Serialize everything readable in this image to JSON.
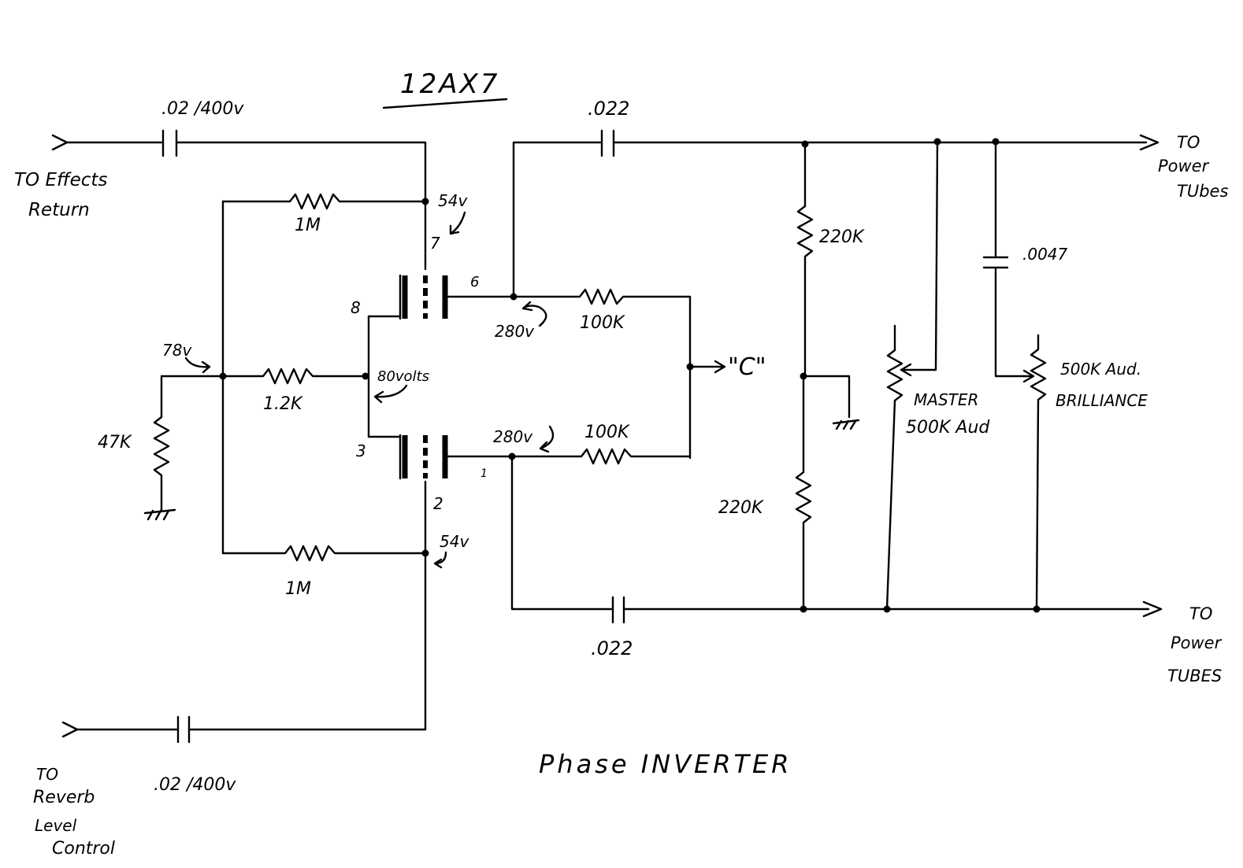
{
  "tube": "12AX7",
  "title": "Phase INVERTER",
  "inputs": {
    "effects_return": [
      "TO Effects",
      "Return"
    ],
    "reverb_level": [
      "TO",
      "Reverb",
      "Level",
      "Control"
    ]
  },
  "outputs": {
    "top": [
      "TO",
      "Power",
      "TUbes"
    ],
    "bottom": [
      "TO",
      "Power",
      "TUBES"
    ]
  },
  "components": {
    "cap_in_top": ".02 /400v",
    "cap_in_bottom": ".02 /400v",
    "cap_out_top": ".022",
    "cap_out_bottom": ".022",
    "cap_bright": ".0047",
    "r_feedback_top": "1M",
    "r_feedback_bottom": "1M",
    "r_bias": "1.2K",
    "r_tail": "47K",
    "r_plate_top": "100K",
    "r_plate_bottom": "100K",
    "r_div_top": "220K",
    "r_div_bottom": "220K",
    "pot_master": [
      "MASTER",
      "500K Aud"
    ],
    "pot_brilliance": [
      "500K Aud.",
      "BRILLIANCE"
    ]
  },
  "voltages": {
    "grid_top": "54v",
    "grid_bottom": "54v",
    "cathode": "80volts",
    "tail": "78v",
    "plate_top": "280v",
    "plate_bottom": "280v"
  },
  "pins": {
    "p7": "7",
    "p6": "6",
    "p8": "8",
    "p3": "3",
    "p1": "1",
    "p2": "2"
  },
  "node_c": "\"C\""
}
